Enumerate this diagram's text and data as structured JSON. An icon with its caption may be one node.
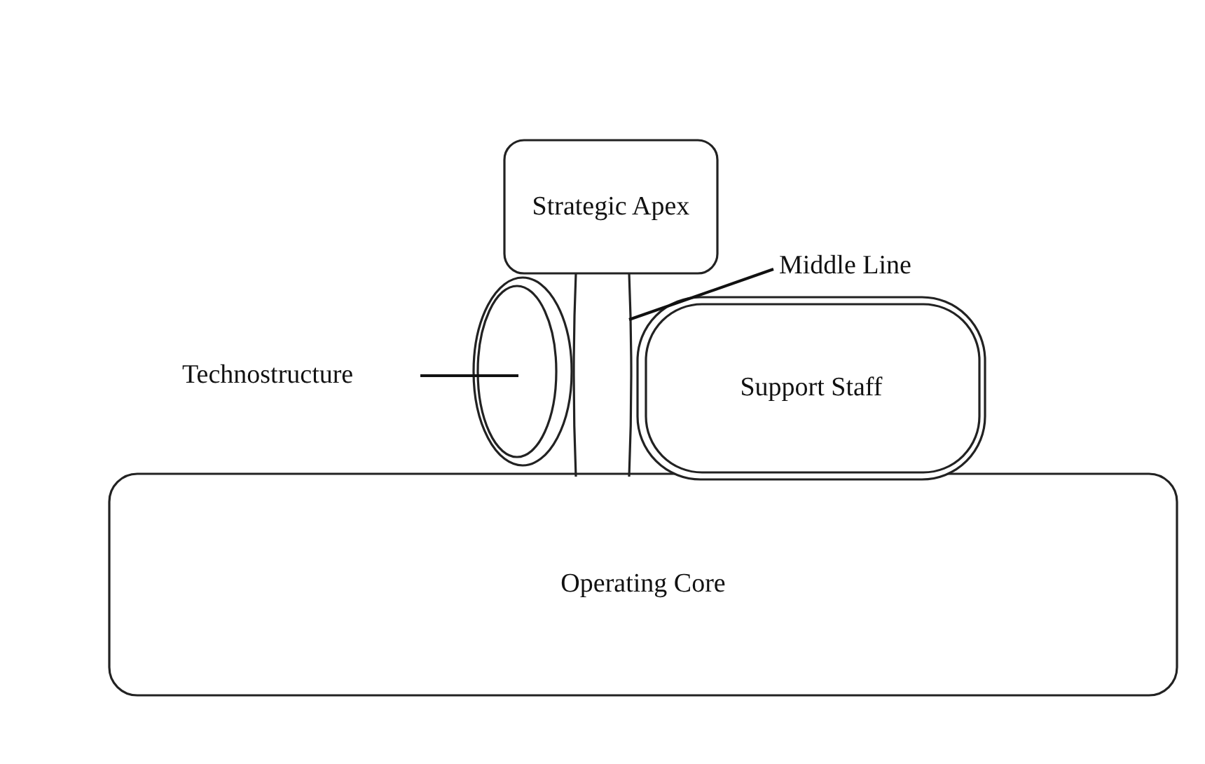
{
  "diagram": {
    "nodes": [
      {
        "text": [
          "Strategic Apex"
        ]
      },
      {
        "text": [
          "Middle Line"
        ]
      },
      {
        "text": [],
        "shape": "bar"
      },
      {
        "text": [
          "Technostructure"
        ]
      },
      {
        "text": [],
        "shape": "ellipse"
      },
      {
        "text": [
          "Support Staff"
        ]
      },
      {
        "text": [
          "Operating Core"
        ]
      }
    ],
    "edges": [
      {
        "from": 1,
        "to": 2,
        "arrow": "none"
      },
      {
        "from": 3,
        "to": 4,
        "arrow": "none"
      }
    ]
  }
}
